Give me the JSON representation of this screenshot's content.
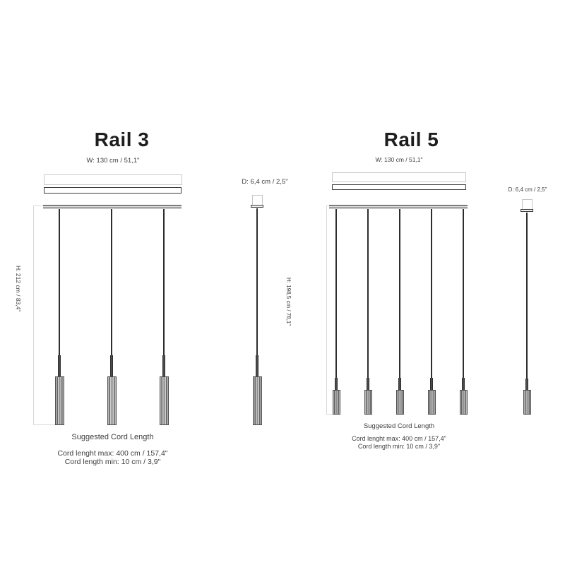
{
  "page": {
    "colors": {
      "background": "#ffffff",
      "line": "#2d2d2d",
      "bracket": "#d8d8d8",
      "text": "#3d3d3d",
      "title": "#1e1e1e"
    }
  },
  "rail3": {
    "title": "Rail 3",
    "pendant_count": 3,
    "width_label": "W: 130 cm / 51,1\"",
    "height_label": "H: 212 cm / 83,4\"",
    "side_view": {
      "depth_label": "D: 6,4 cm / 2,5\"",
      "height_label": "H: 198,5 cm / 78,1\""
    },
    "cord_note": {
      "title": "Suggested Cord Length",
      "line1": "Cord lenght max: 400 cm / 157,4\"",
      "line2": "Cord length min: 10 cm / 3,9\""
    }
  },
  "rail5": {
    "title": "Rail 5",
    "pendant_count": 5,
    "width_label": "W: 130 cm / 51,1\"",
    "side_view": {
      "depth_label": "D: 6,4 cm / 2,5\""
    },
    "cord_note": {
      "title": "Suggested Cord Length",
      "line1": "Cord lenght max: 400 cm / 157,4\"",
      "line2": "Cord length min: 10 cm / 3,9\""
    }
  }
}
